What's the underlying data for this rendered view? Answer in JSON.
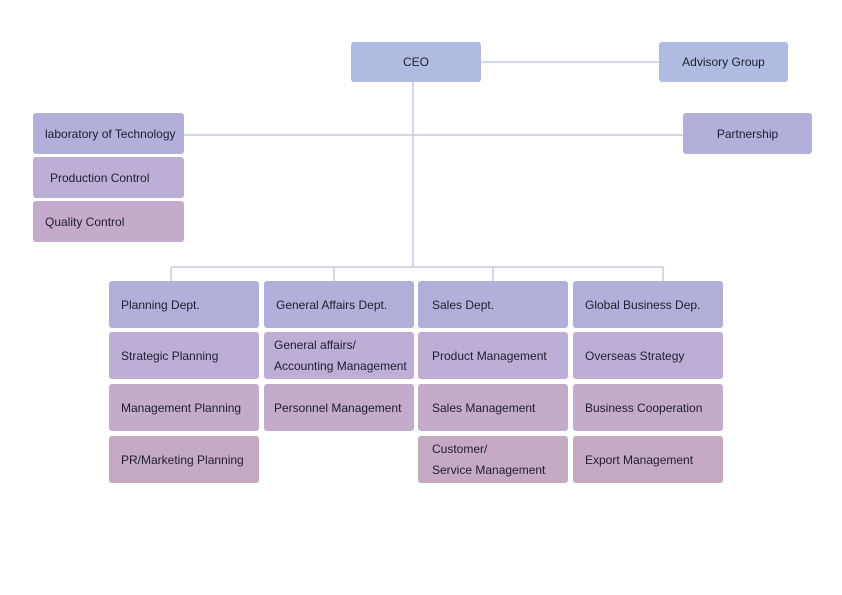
{
  "chart": {
    "ceo": "CEO",
    "advisory": "Advisory Group",
    "partnership": "Partnership",
    "left": [
      "laboratory of Technology",
      "Production Control",
      "Quality Control"
    ],
    "depts": [
      {
        "name": "Planning Dept.",
        "items": [
          "Strategic Planning",
          "Management Planning",
          "PR/Marketing Planning"
        ]
      },
      {
        "name": "General Affairs Dept.",
        "items": [
          [
            "General affairs/",
            "Accounting Management"
          ],
          "Personnel Management"
        ]
      },
      {
        "name": "Sales Dept.",
        "items": [
          "Product Management",
          "Sales Management",
          [
            "Customer/",
            "Service Management"
          ]
        ]
      },
      {
        "name": "Global Business Dep.",
        "items": [
          "Overseas Strategy",
          "Business Cooperation",
          "Export Management"
        ]
      }
    ]
  },
  "colors": {
    "line": "#c9c9e4",
    "box_blue": "#b0bbe2",
    "box_lavender": "#b2afdb",
    "box_violet": "#bdaed6",
    "box_mauve": "#c4aacb",
    "box_pink": "#c6a9c3"
  }
}
